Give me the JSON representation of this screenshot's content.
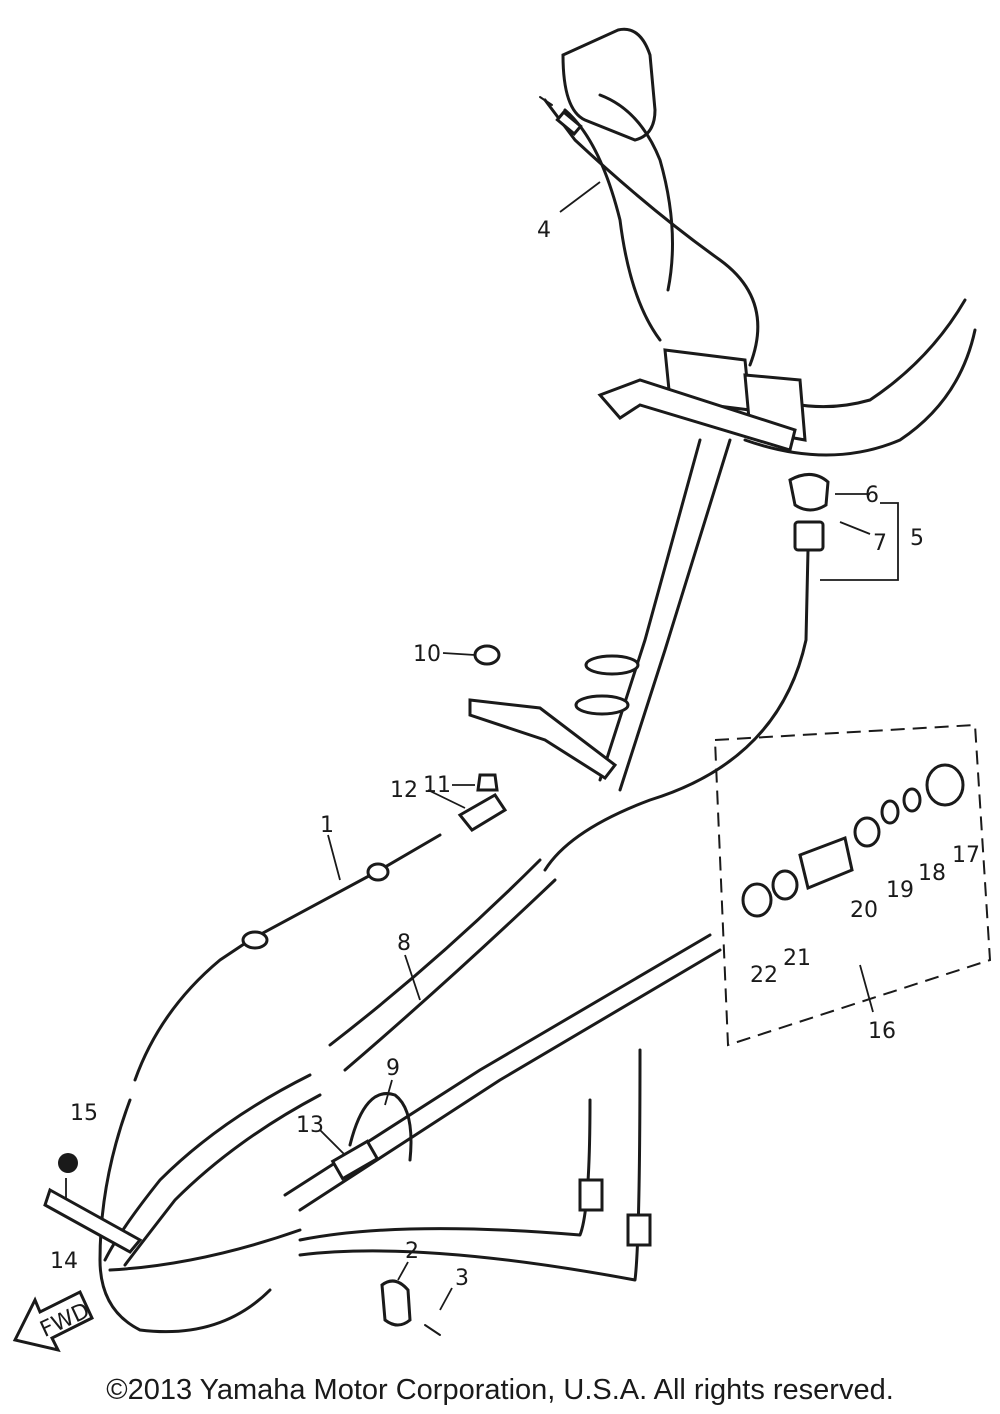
{
  "diagram": {
    "callouts": [
      "1",
      "2",
      "3",
      "4",
      "5",
      "6",
      "7",
      "8",
      "9",
      "10",
      "11",
      "12",
      "13",
      "14",
      "15",
      "16",
      "17",
      "18",
      "19",
      "20",
      "21",
      "22"
    ],
    "fwd_label": "FWD"
  },
  "footer": {
    "copyright": "©2013 Yamaha Motor Corporation, U.S.A. All rights reserved."
  }
}
